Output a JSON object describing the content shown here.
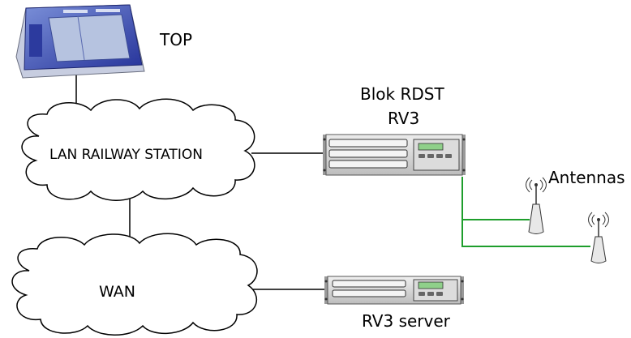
{
  "labels": {
    "top": "TOP",
    "blok_line1": "Blok RDST",
    "blok_line2": "RV3",
    "antennas": "Antennas",
    "lan": "LAN RAILWAY STATION",
    "wan": "WAN",
    "rv3_server": "RV3 server"
  },
  "icons": [
    "terminal-icon",
    "cloud-icon",
    "server-rack-icon",
    "antenna-icon"
  ],
  "colors": {
    "line": "#000000",
    "antenna_link": "#1e9e2c",
    "terminal_frame": "#3a4fb0",
    "terminal_screen": "#aebbd6",
    "rack_body": "#d2d2d2",
    "display": "#8fd08a"
  }
}
